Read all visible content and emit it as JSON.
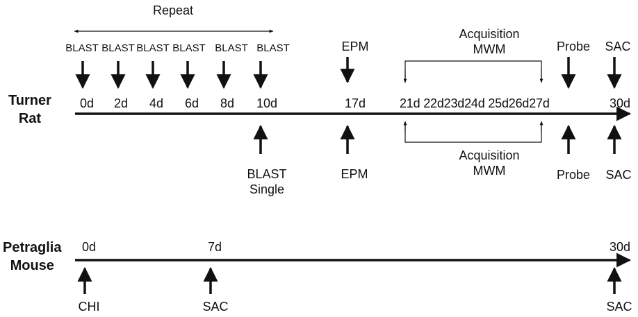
{
  "turner": {
    "label_line1": "Turner",
    "label_line2": "Rat",
    "repeat_label": "Repeat",
    "blast_top_labels": [
      "BLAST",
      "BLAST",
      "BLAST",
      "BLAST",
      "BLAST",
      "BLAST"
    ],
    "epm_top": "EPM",
    "acq_top_line1": "Acquisition",
    "acq_top_line2": "MWM",
    "probe_top": "Probe",
    "sac_top": "SAC",
    "days_left": [
      "0d",
      "2d",
      "4d",
      "6d",
      "8d",
      "10d"
    ],
    "day_17": "17d",
    "days_acq_run": "21d 22d23d24d 25d26d27d",
    "day_30": "30d",
    "blast_single_line1": "BLAST",
    "blast_single_line2": "Single",
    "epm_bottom": "EPM",
    "acq_bottom_line1": "Acquisition",
    "acq_bottom_line2": "MWM",
    "probe_bottom": "Probe",
    "sac_bottom": "SAC"
  },
  "petraglia": {
    "label_line1": "Petraglia",
    "label_line2": "Mouse",
    "day_0": "0d",
    "day_7": "7d",
    "day_30": "30d",
    "chi": "CHI",
    "sac_mid": "SAC",
    "sac_end": "SAC"
  }
}
